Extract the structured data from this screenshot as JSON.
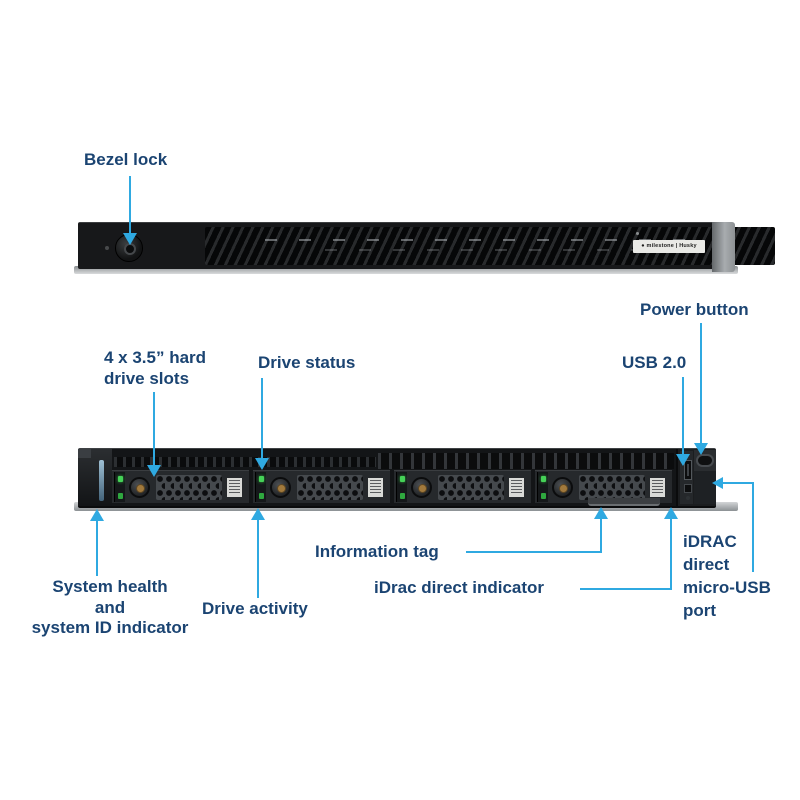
{
  "figure": {
    "background": "#ffffff",
    "accent_line_color": "#2fa9e1",
    "label_color": "#1b4472"
  },
  "bezel_view": {
    "brand_label": "● milestone | Husky",
    "callouts": {
      "bezel_lock": "Bezel lock"
    }
  },
  "front_view": {
    "drive_bays": 4,
    "led_green": "#45d257",
    "callouts": {
      "power_button": "Power button",
      "usb": "USB 2.0",
      "hdd_slots": "4 x 3.5” hard\ndrive slots",
      "drive_status": "Drive status",
      "system_health": "System health\nand\nsystem ID indicator",
      "drive_activity": "Drive activity",
      "information_tag": "Information tag",
      "idrac_indicator": "iDrac direct indicator",
      "idrac_usb": "iDRAC\ndirect\nmicro-USB\nport"
    }
  }
}
